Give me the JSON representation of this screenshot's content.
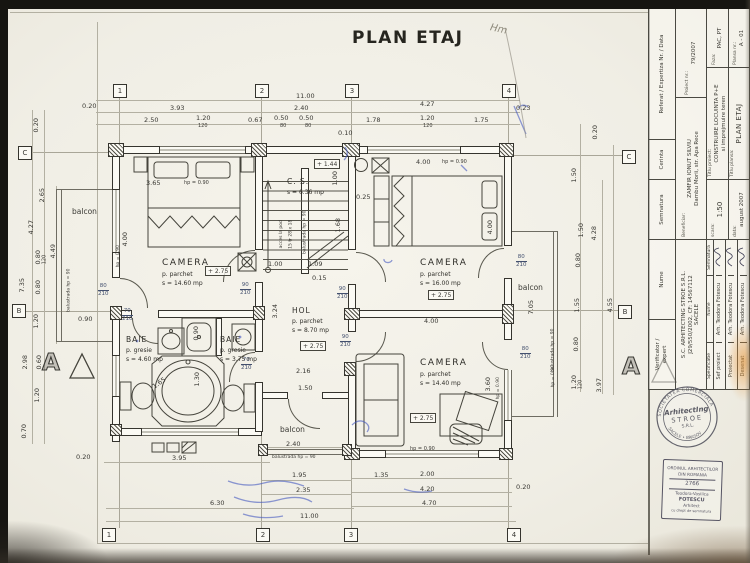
{
  "page": {
    "title": "PLAN ETAJ",
    "pencil_note": "Hm"
  },
  "rooms": {
    "camera_tl": {
      "name": "CAMERA",
      "floor": "p. parchet",
      "area": "s = 14.60 mp"
    },
    "casa_scarii": {
      "name": "C. S.",
      "area": "s = 6.36 mp",
      "note_access": "acces la pod",
      "note_steps": "15 tr 28 x 18",
      "note_rail": "balustrada hp = 90"
    },
    "camera_tr": {
      "name": "CAMERA",
      "floor": "p. parchet",
      "area": "s = 16.00 mp"
    },
    "hol": {
      "name": "HOL",
      "floor": "p. parchet",
      "area": "s = 8.70 mp"
    },
    "baie_1": {
      "name": "BAIE",
      "floor": "p. gresie",
      "area": "s = 4.60 mp"
    },
    "baie_2": {
      "name": "BAIE",
      "floor": "p. gresie",
      "area": "s = 3.75 mp"
    },
    "camera_br": {
      "name": "CAMERA",
      "floor": "p. parchet",
      "area": "s = 14.40 mp"
    }
  },
  "balcony": {
    "label": "balcon"
  },
  "levels": {
    "p275": "+ 2.75",
    "p144": "+ 1.44"
  },
  "doors": {
    "w90": "90",
    "w80": "80",
    "w70": "70",
    "h": "210"
  },
  "axes": {
    "n1": "1",
    "n2": "2",
    "n3": "3",
    "n4": "4",
    "lB": "B",
    "lC": "C",
    "section": "A"
  },
  "dims": {
    "d020": "0.20",
    "d1100": "11.00",
    "d393": "3.93",
    "d240": "2.40",
    "d427": "4.27",
    "d023": "0.23",
    "d250": "2.50",
    "d120": "1.20",
    "s120": "120",
    "d067": "0.67",
    "d050": "0.50",
    "s80": "80",
    "d010": "0.10",
    "d178": "1.78",
    "d175": "1.75",
    "d265": "2.65",
    "d080": "0.80",
    "d449": "4.49",
    "d735": "7.35",
    "d090": "0.90",
    "d298": "2.98",
    "d060": "0.60",
    "d070": "0.70",
    "d150": "1.50",
    "d428": "4.28",
    "d155": "1.55",
    "d455": "4.55",
    "d397": "3.97",
    "d705": "7.05",
    "d395": "3.95",
    "d195": "1.95",
    "d235": "2.35",
    "d630": "6.30",
    "d135": "1.35",
    "d200": "2.00",
    "d420": "4.20",
    "d470": "4.70",
    "d365": "3.65",
    "d400": "4.00",
    "d100": "1.00",
    "d025": "0.25",
    "d168": "1.68",
    "d109": "1.09",
    "d015": "0.15",
    "d324": "3.24",
    "d216": "2.16",
    "d360": "3.60",
    "d130": "1.30",
    "d165": "1.65",
    "hp": "hp = 0.90",
    "rail": "balustrada hp = 90"
  },
  "tb": {
    "verificator": "Verificator /",
    "verificator2": "expert",
    "nume": "Nume",
    "semnatura": "Semnatura",
    "cerinta": "Cerinta",
    "referat": "Referat / Expertiza Nr. / Data",
    "firm1": "S.C. ARHITECTING STROE S.R.L.",
    "firm2": "J29/550/2002,  CF: 14567112",
    "firm3": "SACELE",
    "beneficiar_label": "Beneficiar:",
    "beneficiar1": "ZAMFIR IONUT SILVIU",
    "beneficiar2": "Dambu Morii, str. Apa Rece",
    "proiect_label": "Proiect nr.:",
    "proiect": "79/2007",
    "specificatie": "Specificatie",
    "sef": "Sef proiect",
    "proiectat": "Proiectat",
    "desenat": "Desenat",
    "arh": "Arh. Teodora Fotescu",
    "scara_label": "scara:",
    "scara": "1:50",
    "data_label": "data:",
    "data": "august 2007",
    "tp_label": "Titlu proiect:",
    "tp1": "CONSTRUIRE LOCUINTA  P+E",
    "tp2": "si imprejmuire teren",
    "pl_label": "Titlu plansa:",
    "pl": "PLAN ETAJ",
    "faza_label": "Faza:",
    "faza": "PAC, PT",
    "plansa_label": "Plansa nr.:",
    "plansa": "A - 01"
  },
  "stamp_round": {
    "arc_top": "SOCIETATEA COMERCIALA",
    "brand": "ArhitectIng",
    "name": "STROE",
    "srl": "S.R.L.",
    "arc_bottom": "SACELE • BRASOV"
  },
  "stamp_rect": {
    "l1": "ORDINUL ARHITECTILOR",
    "l2": "DIN ROMANIA",
    "nr": "2766",
    "n1": "Teodora-Vasilica",
    "n2": "FOTESCU",
    "t": "Arhitect",
    "note": "cu drept de semnatura"
  }
}
